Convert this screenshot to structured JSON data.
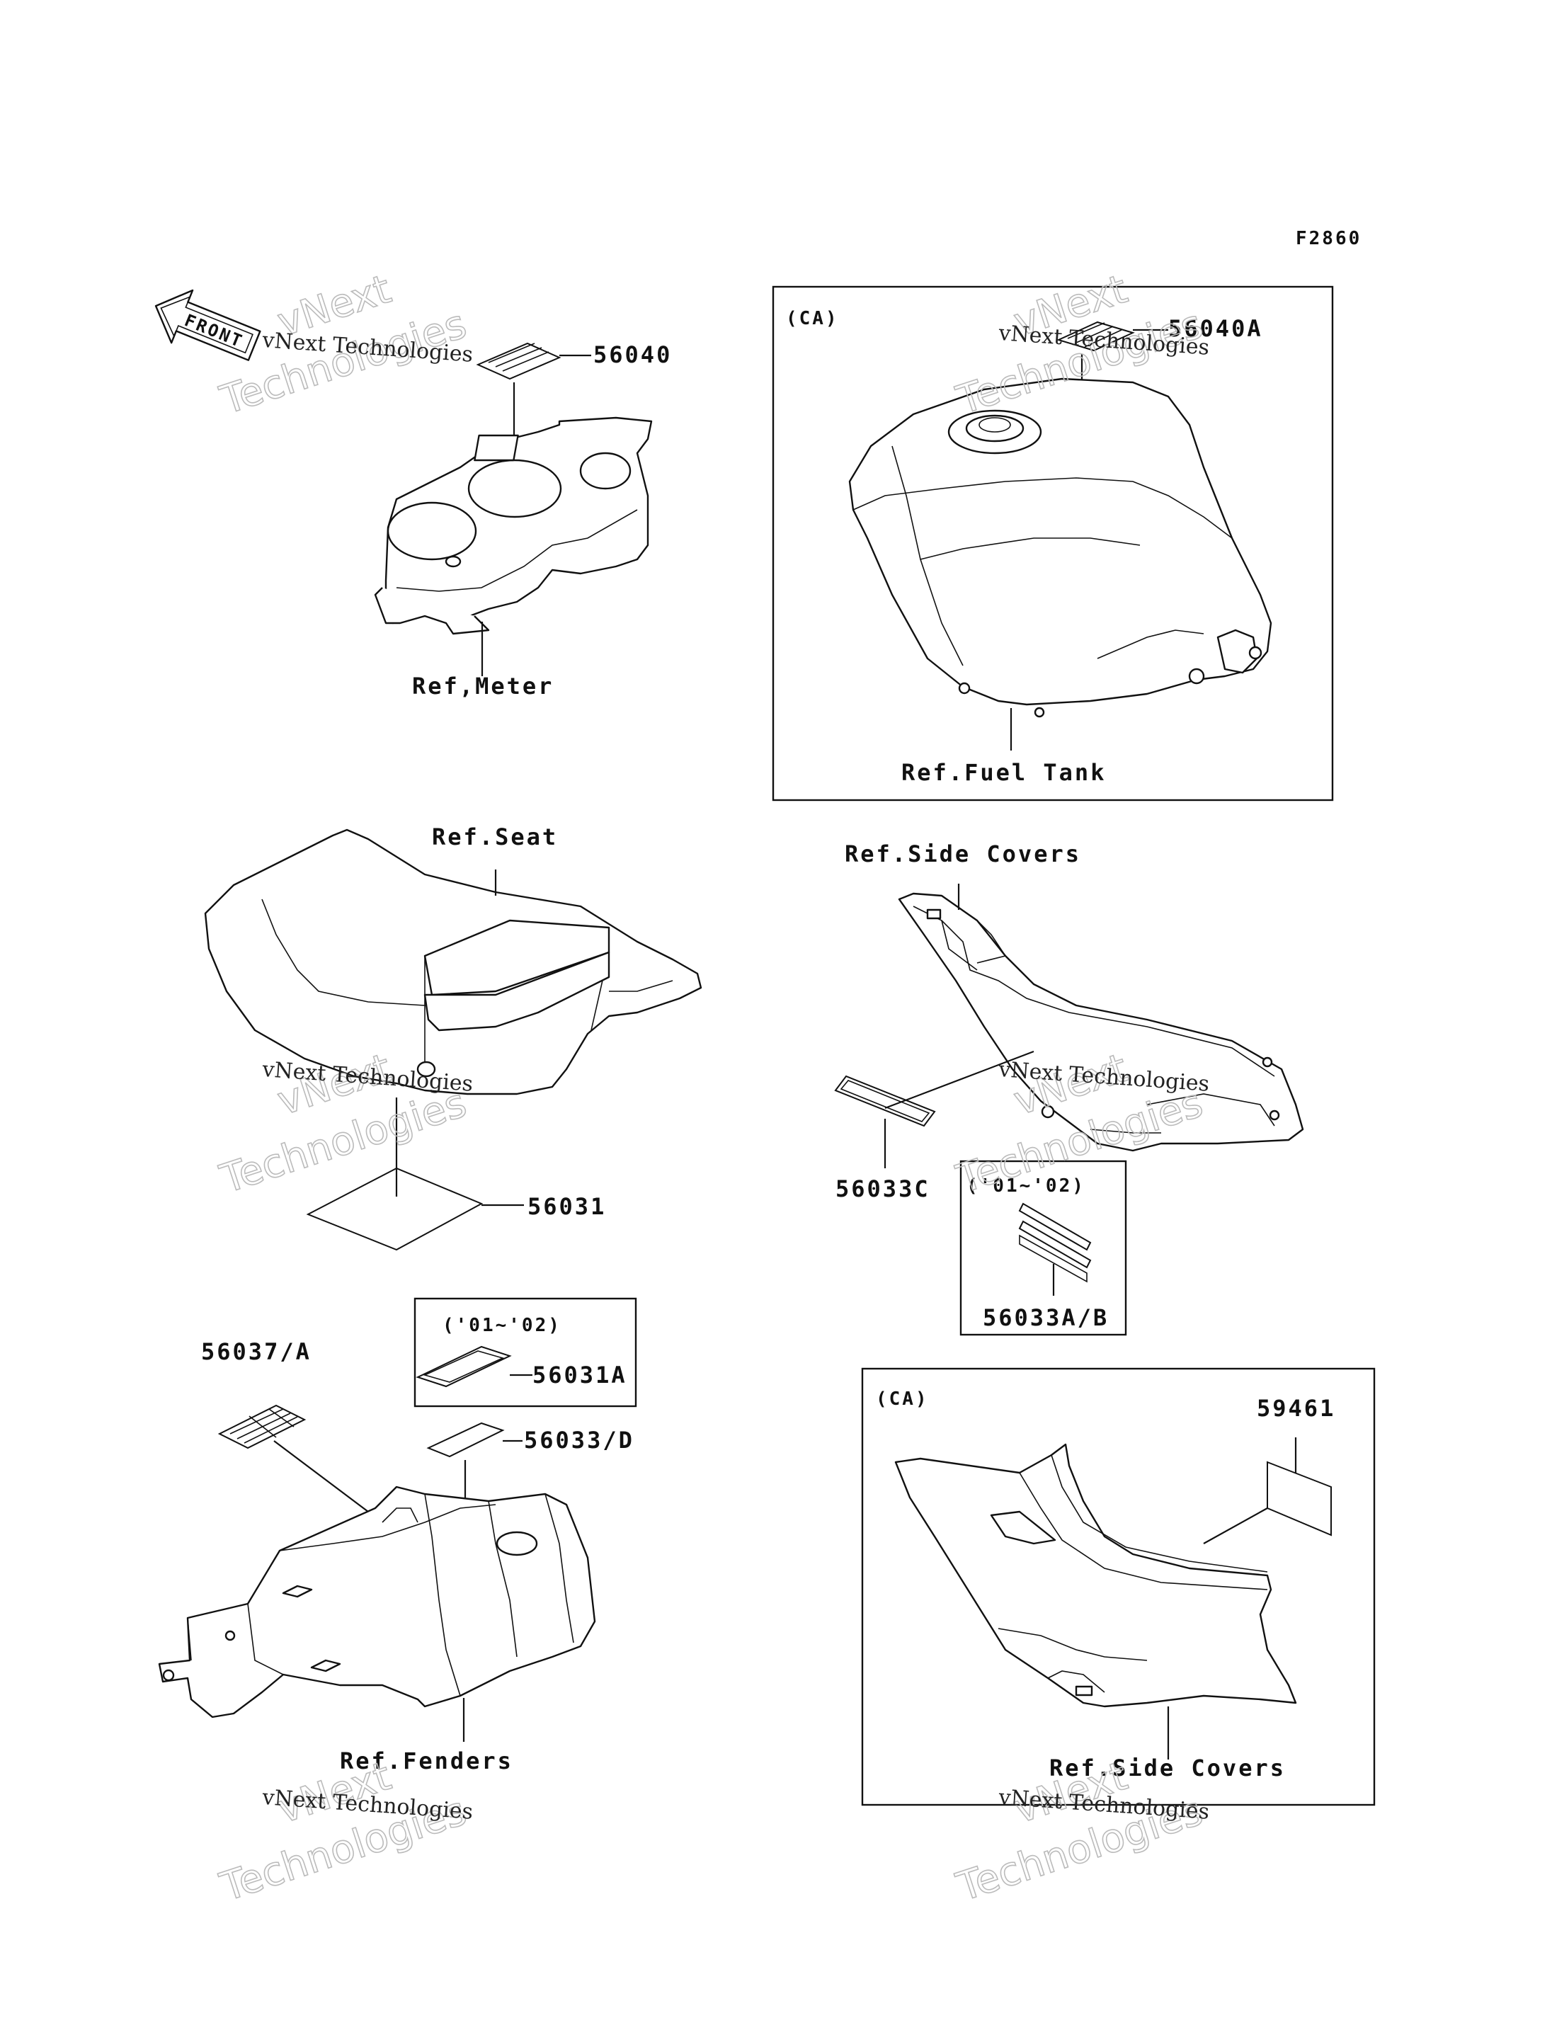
{
  "figure_code": "F2860",
  "front_arrow": {
    "label": "FRONT"
  },
  "watermark": {
    "line1": "vNext Technologies",
    "line2": "vNext",
    "line3": "Technologies"
  },
  "boxes": {
    "fuel_tank_region": "(CA)",
    "side_cover_years": "('01~'02)",
    "fender_years": "('01~'02)",
    "side_cover_ca_region": "(CA)"
  },
  "parts": {
    "meter_label": "56040",
    "fuel_tank_label": "56040A",
    "seat_label": "56031",
    "side_cover_label_c": "56033C",
    "side_cover_label_ab": "56033A/B",
    "fender_label_a": "56037/A",
    "fender_label_31a": "56031A",
    "fender_label_d": "56033/D",
    "side_cover_ca_label": "59461"
  },
  "references": {
    "meter": "Ref,Meter",
    "fuel_tank": "Ref.Fuel Tank",
    "seat": "Ref.Seat",
    "side_covers": "Ref.Side Covers",
    "fenders": "Ref.Fenders",
    "side_covers_ca": "Ref.Side Covers"
  }
}
